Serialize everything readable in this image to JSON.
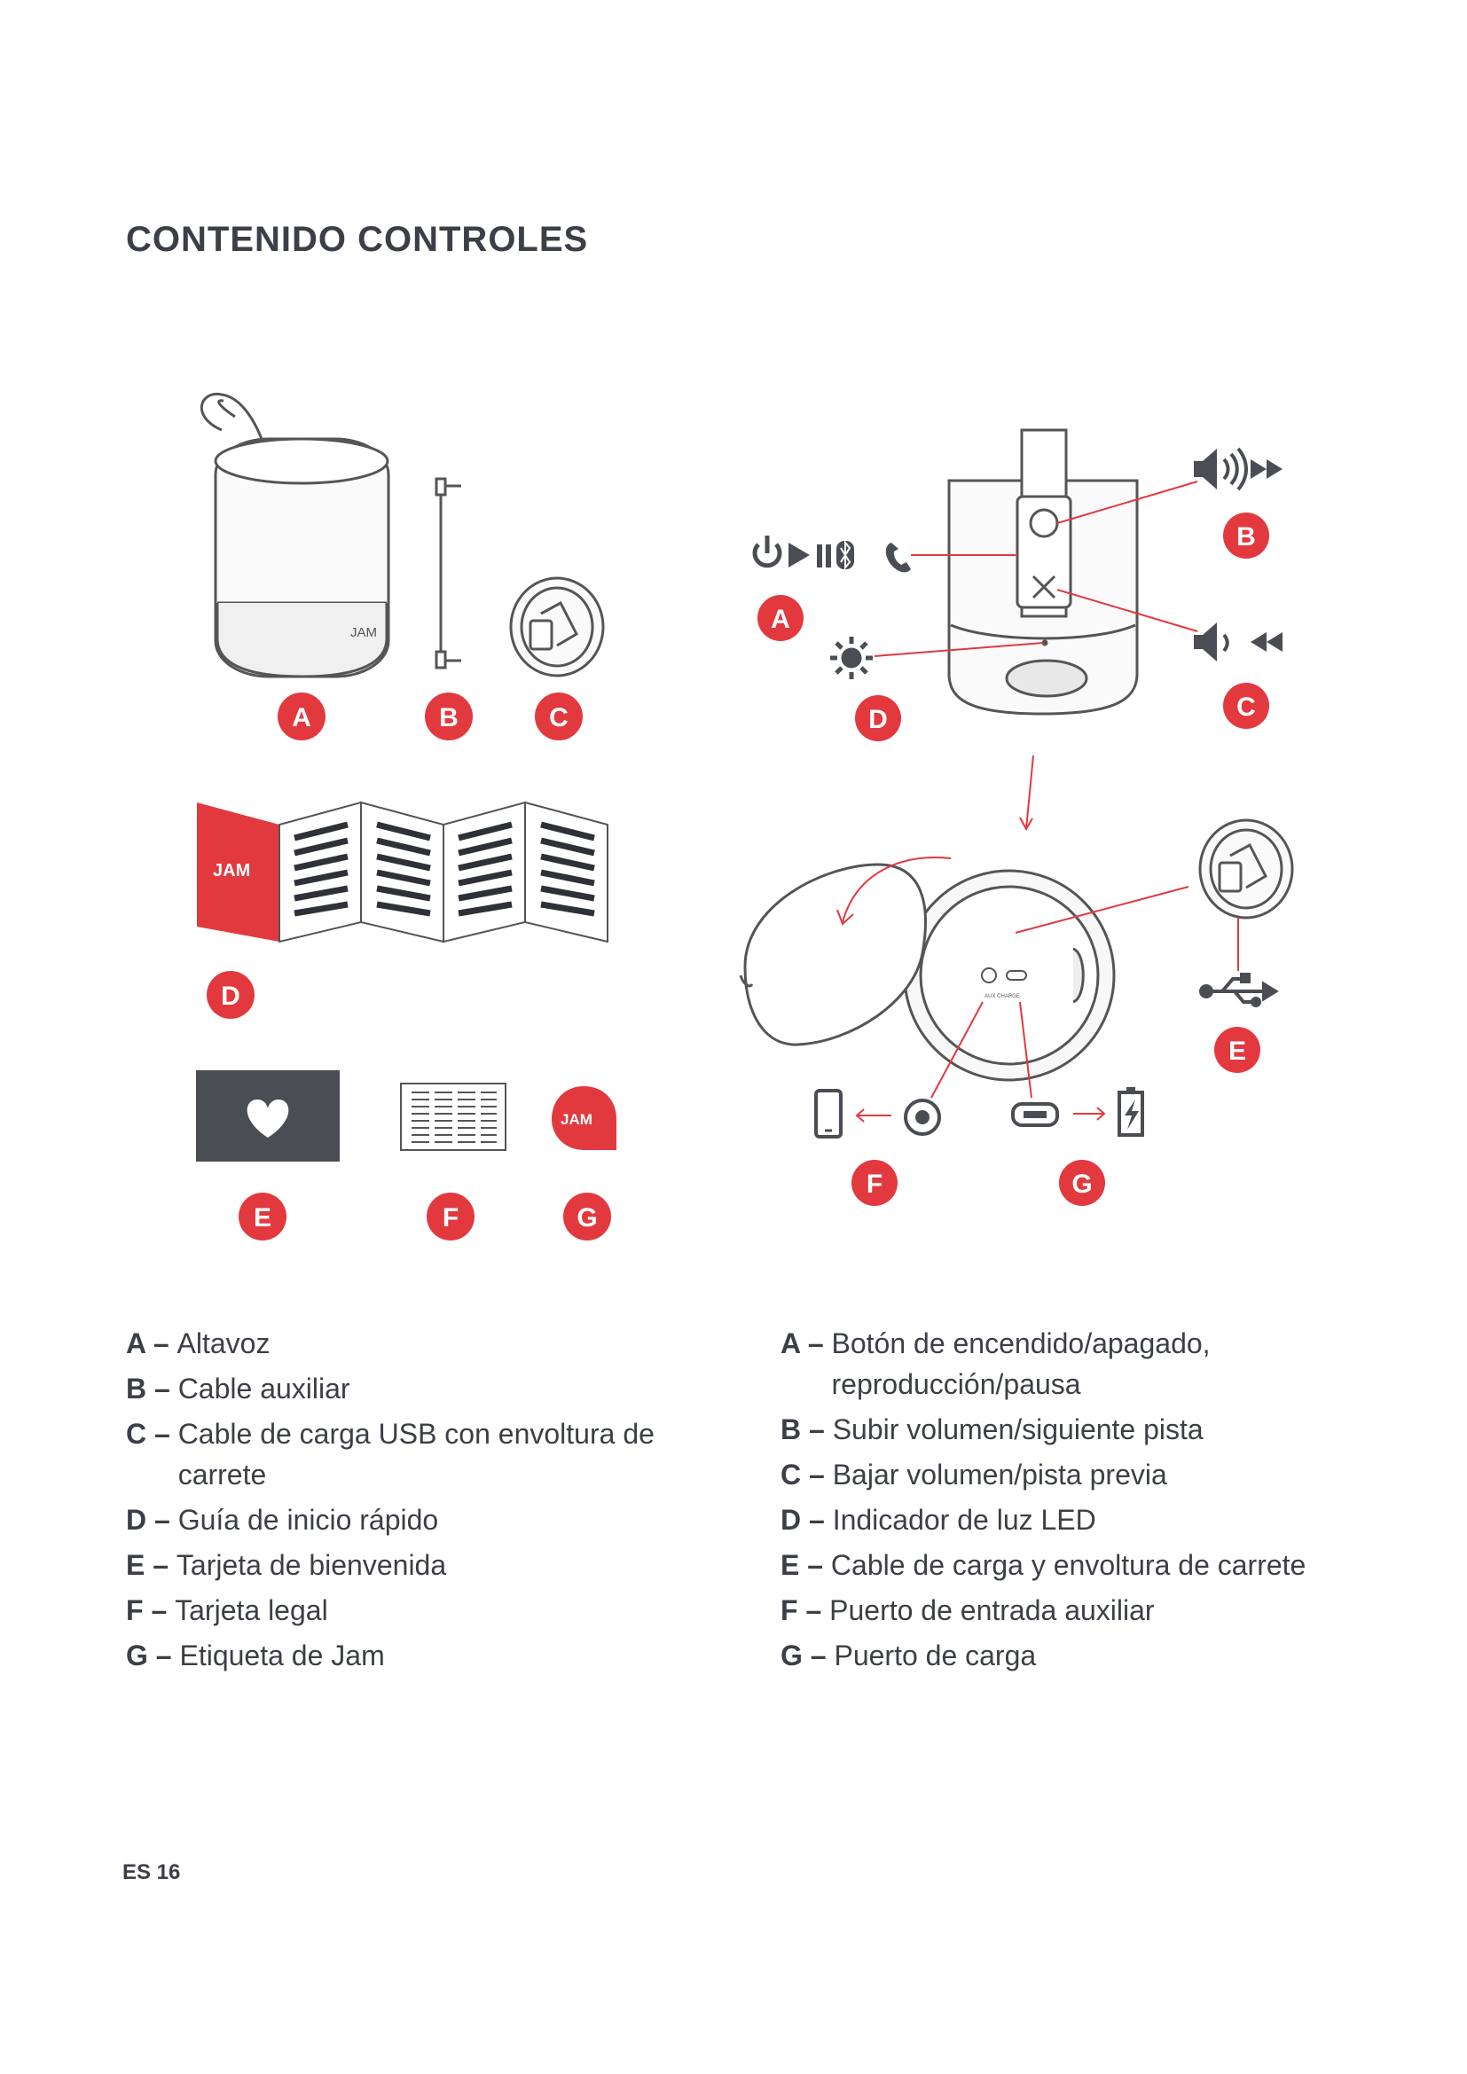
{
  "page": {
    "title": "CONTENIDO CONTROLES",
    "footer": "ES 16"
  },
  "colors": {
    "accent": "#e2393f",
    "line": "#555555",
    "dark_card": "#4b4d54"
  },
  "figure_contents": {
    "badges": [
      "A",
      "B",
      "C",
      "D",
      "E",
      "F",
      "G"
    ],
    "speaker_logo": "JAM",
    "guide_logo": "JAM",
    "label_logo": "JAM",
    "icons": [
      "speaker-icon",
      "aux-cable-icon",
      "usb-cable-reel-icon",
      "quick-start-guide-icon",
      "heart-icon",
      "legal-card-icon",
      "jam-label-icon"
    ]
  },
  "figure_controls": {
    "badges": [
      "A",
      "B",
      "C",
      "D",
      "E",
      "F",
      "G"
    ],
    "port_label": "AUX CHARGE",
    "icons": [
      "power-icon",
      "play-icon",
      "pause-icon",
      "bluetooth-icon",
      "phone-icon",
      "volume-up-icon",
      "fast-forward-icon",
      "volume-down-icon",
      "rewind-icon",
      "led-icon",
      "usb-icon",
      "smartphone-icon",
      "aux-port-icon",
      "charge-port-icon",
      "battery-icon"
    ]
  },
  "legend_contents": [
    {
      "key": "A – ",
      "text": "Altavoz"
    },
    {
      "key": "B – ",
      "text": "Cable auxiliar"
    },
    {
      "key": "C – ",
      "text": "Cable de carga USB con envoltura de carrete"
    },
    {
      "key": "D – ",
      "text": "Guía de inicio rápido"
    },
    {
      "key": "E – ",
      "text": "Tarjeta de bienvenida"
    },
    {
      "key": "F – ",
      "text": "Tarjeta legal"
    },
    {
      "key": "G – ",
      "text": "Etiqueta de Jam"
    }
  ],
  "legend_controls": [
    {
      "key": "A – ",
      "text": "Botón de encendido/apagado, reproducción/pausa"
    },
    {
      "key": "B – ",
      "text": "Subir volumen/siguiente pista"
    },
    {
      "key": "C – ",
      "text": "Bajar volumen/pista previa"
    },
    {
      "key": "D – ",
      "text": "Indicador de luz LED"
    },
    {
      "key": "E – ",
      "text": "Cable de carga y envoltura de carrete"
    },
    {
      "key": "F – ",
      "text": "Puerto de entrada auxiliar"
    },
    {
      "key": "G – ",
      "text": "Puerto de carga"
    }
  ]
}
